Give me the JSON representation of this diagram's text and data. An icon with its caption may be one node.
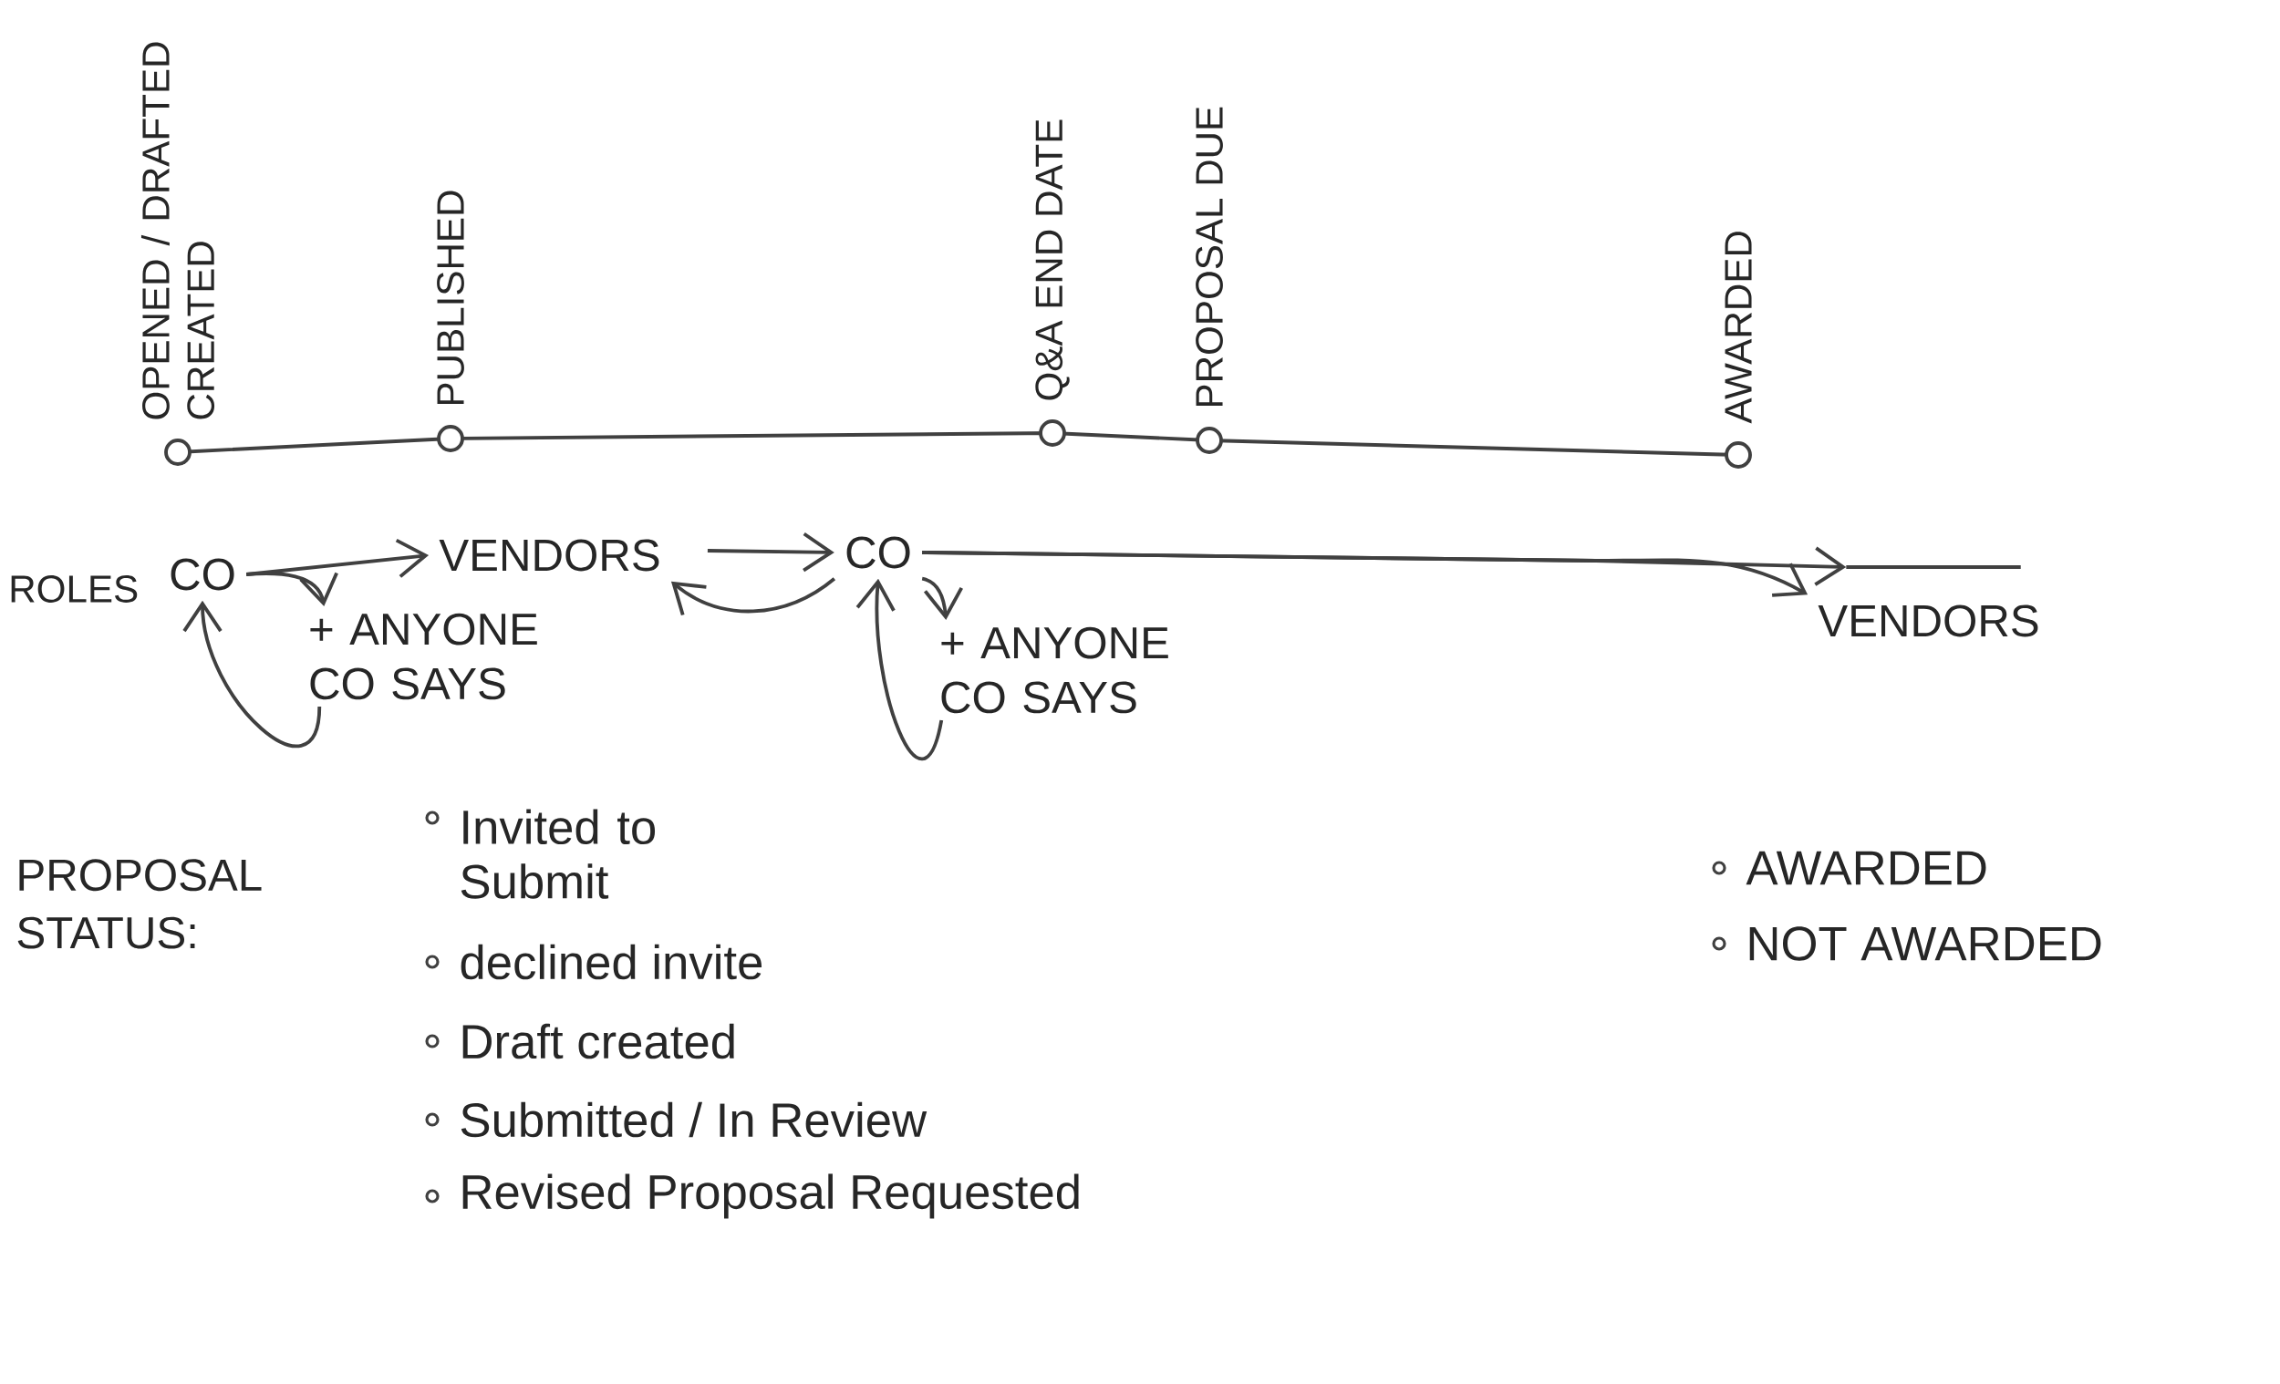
{
  "diagram": {
    "nodes": [
      {
        "text": [
          "CO"
        ]
      },
      {
        "text": [
          "VENDORS"
        ]
      },
      {
        "text": [
          "+ ANYONE CO SAYS"
        ]
      },
      {
        "text": [
          "CO"
        ]
      },
      {
        "text": [
          "+ ANYONE CO SAYS"
        ]
      },
      {
        "text": [
          "VENDORS"
        ]
      },
      {
        "text": [],
        "shape": "line"
      }
    ],
    "edges": [
      {
        "from": 0,
        "to": 1,
        "arrow": "to"
      },
      {
        "from": 0,
        "to": 2,
        "arrow": "to"
      },
      {
        "from": 2,
        "to": 0,
        "arrow": "to"
      },
      {
        "from": 1,
        "to": 3,
        "arrow": "to"
      },
      {
        "from": 3,
        "to": 1,
        "arrow": "to"
      },
      {
        "from": 3,
        "to": 4,
        "arrow": "to"
      },
      {
        "from": 4,
        "to": 3,
        "arrow": "to"
      },
      {
        "from": 3,
        "to": 6,
        "arrow": "to"
      },
      {
        "from": 3,
        "to": 5,
        "arrow": "to"
      }
    ],
    "labels": [
      "OPENED / DRAFTED CREATED",
      "PUBLISHED",
      "Q&A END DATE",
      "PROPOSAL DUE",
      "AWARDED",
      "ROLES",
      "PROPOSAL STATUS:",
      "Invited to Submit",
      "declined invite",
      "Draft created",
      "Submitted / In Review",
      "Revised Proposal Requested",
      "AWARDED",
      "NOT AWARDED"
    ]
  }
}
